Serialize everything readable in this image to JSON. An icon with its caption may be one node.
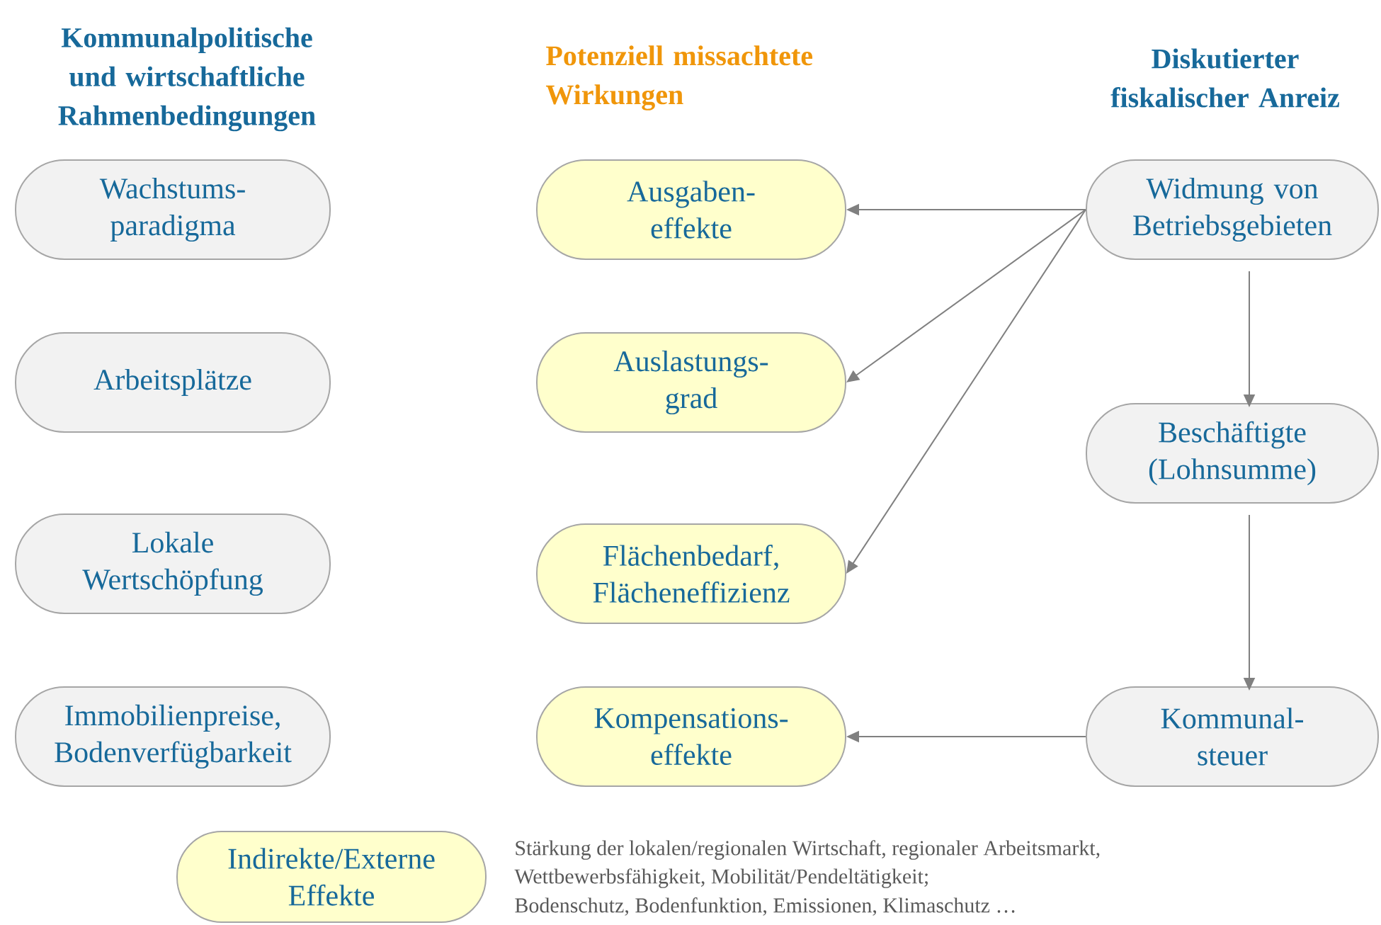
{
  "diagram": {
    "nodes": [
      {
        "text": [
          "Wachstums- paradigma"
        ]
      },
      {
        "text": [
          "Ausgaben- effekte"
        ]
      },
      {
        "text": [
          "Widmung von Betriebsgebieten"
        ]
      },
      {
        "text": [
          "Arbeitsplätze"
        ]
      },
      {
        "text": [
          "Auslastungs- grad"
        ]
      },
      {
        "text": [
          "Beschäftigte (Lohnsumme)"
        ]
      },
      {
        "text": [
          "Lokale Wertschöpfung"
        ]
      },
      {
        "text": [
          "Flächenbedarf, Flächeneffizienz"
        ]
      },
      {
        "text": [
          "Immobilienpreise, Bodenverfügbarkeit"
        ]
      },
      {
        "text": [
          "Kompensations- effekte"
        ]
      },
      {
        "text": [
          "Kommunal- steuer"
        ]
      },
      {
        "text": [
          "Indirekte/Externe Effekte"
        ],
        "beside": [
          "Stärkung der lokalen/regionalen Wirtschaft, regionaler Arbeitsmarkt,",
          "Wettbewerbsfähigkeit, Mobilität/Pendeltätigkeit;",
          "Bodenschutz, Bodenfunktion, Emissionen, Klimaschutz …"
        ]
      }
    ],
    "edges": [
      {
        "from": 2,
        "to": 1,
        "arrow": "to"
      },
      {
        "from": 2,
        "to": 4,
        "arrow": "to"
      },
      {
        "from": 2,
        "to": 7,
        "arrow": "to"
      },
      {
        "from": 2,
        "to": 5,
        "arrow": "to"
      },
      {
        "from": 5,
        "to": 10,
        "arrow": "to"
      },
      {
        "from": 10,
        "to": 9,
        "arrow": "to"
      }
    ],
    "labels": [
      "Kommunalpolitische und wirtschaftliche Rahmenbedingungen",
      "Potenziell missachtete Wirkungen",
      "Diskutierter fiskalischer Anreiz"
    ]
  }
}
